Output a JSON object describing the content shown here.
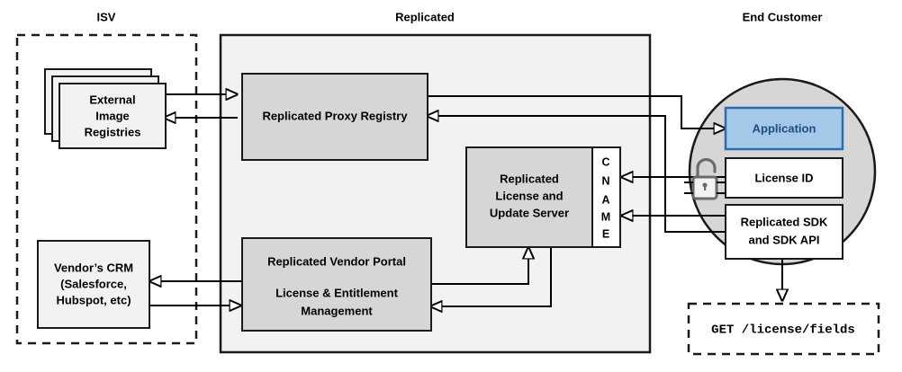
{
  "zones": {
    "isv": {
      "title": "ISV",
      "style": "dashed"
    },
    "replicated": {
      "title": "Replicated",
      "style": "solid"
    },
    "end_customer": {
      "title": "End Customer",
      "style": "circle"
    }
  },
  "nodes": {
    "external_registries": {
      "label": "External\nImage\nRegistries",
      "line1": "External",
      "line2": "Image",
      "line3": "Registries",
      "fill": "#f2f2f2",
      "stacked": true
    },
    "vendor_crm": {
      "line1": "Vendor’s CRM",
      "line2": "(Salesforce,",
      "line3": "Hubspot, etc)",
      "fill": "#f2f2f2"
    },
    "proxy_registry": {
      "label": "Replicated Proxy Registry",
      "fill": "#d6d6d6"
    },
    "license_server": {
      "line1": "Replicated",
      "line2": "License and",
      "line3": "Update Server",
      "fill": "#d6d6d6"
    },
    "cname": {
      "label": "CNAME",
      "letters": [
        "C",
        "N",
        "A",
        "M",
        "E"
      ],
      "fill": "#ffffff"
    },
    "vendor_portal": {
      "line1": "Replicated Vendor Portal",
      "line2": "License & Entitlement",
      "line3": "Management",
      "fill": "#d6d6d6"
    },
    "application": {
      "label": "Application",
      "fill": "#a3c8e8",
      "border": "#2b6cb0",
      "text_color": "#1c4e80"
    },
    "license_id": {
      "label": "License ID",
      "fill": "#ffffff"
    },
    "sdk": {
      "line1": "Replicated SDK",
      "line2": "and SDK API",
      "fill": "#ffffff"
    },
    "api_call": {
      "label": "GET /license/fields",
      "style": "dashed",
      "fill": "#ffffff"
    },
    "unlock": {
      "icon": "unlock-padlock-icon",
      "color": "#6b6b6b"
    }
  },
  "colors": {
    "zone_replicated_fill": "#f2f2f2",
    "zone_customer_fill": "#d6d6d6",
    "box_gray_fill": "#d6d6d6",
    "box_light_fill": "#f2f2f2",
    "stroke": "#1a1a1a",
    "accent_blue": "#a3c8e8",
    "accent_blue_border": "#2b6cb0"
  },
  "connections": [
    {
      "from": "external_registries",
      "to": "proxy_registry",
      "direction": "right"
    },
    {
      "from": "proxy_registry",
      "to": "external_registries",
      "direction": "left"
    },
    {
      "from": "proxy_registry",
      "to": "application",
      "direction": "right"
    },
    {
      "from": "sdk",
      "to": "proxy_registry",
      "direction": "left"
    },
    {
      "from": "license_id",
      "to": "cname",
      "direction": "left"
    },
    {
      "from": "sdk",
      "to": "cname",
      "direction": "left"
    },
    {
      "from": "vendor_portal",
      "to": "vendor_crm",
      "direction": "left"
    },
    {
      "from": "vendor_crm",
      "to": "vendor_portal",
      "direction": "right"
    },
    {
      "from": "vendor_portal",
      "to": "license_server",
      "direction": "up"
    },
    {
      "from": "license_server",
      "to": "vendor_portal",
      "direction": "left"
    },
    {
      "from": "sdk",
      "to": "api_call",
      "direction": "down"
    }
  ]
}
